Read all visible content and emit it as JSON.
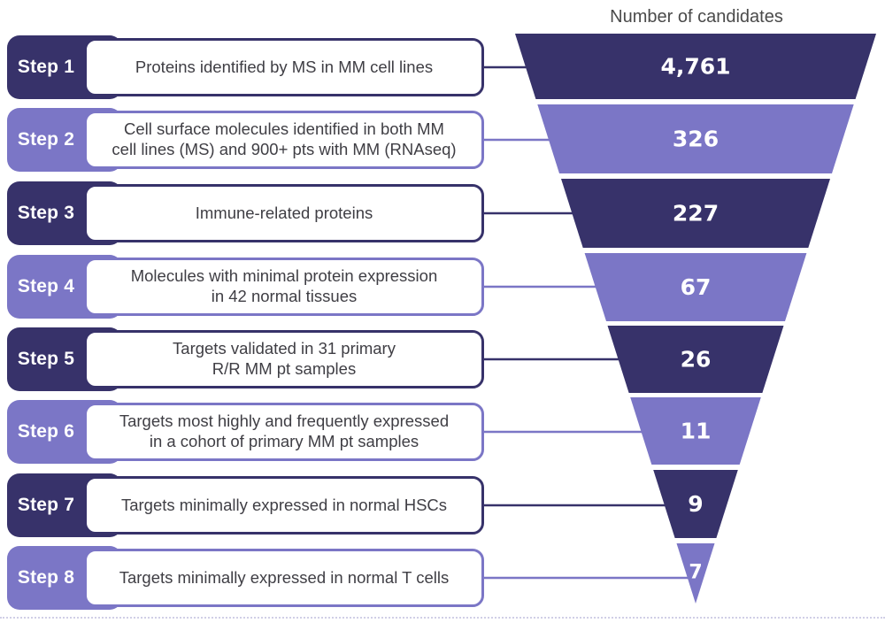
{
  "funnel": {
    "title": "Number of candidates"
  },
  "colors": {
    "dark": "#37326a",
    "light": "#7b76c6",
    "description_text": "#3f3e44",
    "title_text": "#4a4a4a",
    "value_text": "#ffffff"
  },
  "steps": [
    {
      "step": "Step 1",
      "tone": "dark",
      "description": "Proteins identified by MS in MM cell lines",
      "candidates": "4,761"
    },
    {
      "step": "Step 2",
      "tone": "light",
      "description": "Cell surface molecules identified in both MM\ncell lines (MS) and 900+ pts with MM (RNAseq)",
      "candidates": "326"
    },
    {
      "step": "Step 3",
      "tone": "dark",
      "description": "Immune-related proteins",
      "candidates": "227"
    },
    {
      "step": "Step 4",
      "tone": "light",
      "description": "Molecules with minimal protein expression\nin 42 normal tissues",
      "candidates": "67"
    },
    {
      "step": "Step 5",
      "tone": "dark",
      "description": "Targets validated in 31 primary\nR/R MM pt samples",
      "candidates": "26"
    },
    {
      "step": "Step 6",
      "tone": "light",
      "description": "Targets most highly and frequently expressed\nin a cohort of primary MM pt samples",
      "candidates": "11"
    },
    {
      "step": "Step 7",
      "tone": "dark",
      "description": "Targets minimally expressed in normal HSCs",
      "candidates": "9"
    },
    {
      "step": "Step 8",
      "tone": "light",
      "description": "Targets minimally expressed in normal T cells",
      "candidates": "7"
    }
  ],
  "chart_data": {
    "type": "funnel",
    "title": "Number of candidates",
    "categories": [
      "Step 1: Proteins identified by MS in MM cell lines",
      "Step 2: Cell surface molecules identified in both MM cell lines (MS) and 900+ pts with MM (RNAseq)",
      "Step 3: Immune-related proteins",
      "Step 4: Molecules with minimal protein expression in 42 normal tissues",
      "Step 5: Targets validated in 31 primary R/R MM pt samples",
      "Step 6: Targets most highly and frequently expressed in a cohort of primary MM pt samples",
      "Step 7: Targets minimally expressed in normal HSCs",
      "Step 8: Targets minimally expressed in normal T cells"
    ],
    "values": [
      4761,
      326,
      227,
      67,
      26,
      11,
      9,
      7
    ],
    "value_labels": [
      "4,761",
      "326",
      "227",
      "67",
      "26",
      "11",
      "9",
      "7"
    ],
    "layout": {
      "orientation": "inverted-triangle",
      "segment_colors_alternate": [
        "#37326a",
        "#7b76c6"
      ],
      "value_labels_inside": true,
      "title_position": "top"
    }
  }
}
